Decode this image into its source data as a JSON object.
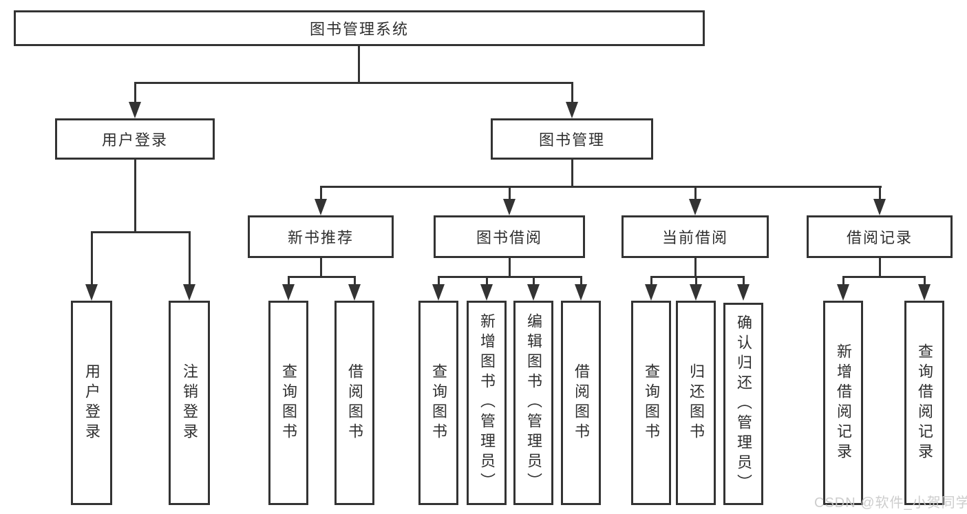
{
  "tree": {
    "label": "图书管理系统",
    "children": [
      {
        "label": "用户登录",
        "children": [
          {
            "label": "用户登录"
          },
          {
            "label": "注销登录"
          }
        ]
      },
      {
        "label": "图书管理",
        "children": [
          {
            "label": "新书推荐",
            "children": [
              {
                "label": "查询图书"
              },
              {
                "label": "借阅图书"
              }
            ]
          },
          {
            "label": "图书借阅",
            "children": [
              {
                "label": "查询图书"
              },
              {
                "label": "新增图书（管理员）"
              },
              {
                "label": "编辑图书（管理员）"
              },
              {
                "label": "借阅图书"
              }
            ]
          },
          {
            "label": "当前借阅",
            "children": [
              {
                "label": "查询图书"
              },
              {
                "label": "归还图书"
              },
              {
                "label": "确认归还（管理员）"
              }
            ]
          },
          {
            "label": "借阅记录",
            "children": [
              {
                "label": "新增借阅记录"
              },
              {
                "label": "查询借阅记录"
              }
            ]
          }
        ]
      }
    ]
  },
  "watermark": {
    "text": "CSDN @软件_小贺同学"
  },
  "colors": {
    "line": "#333333",
    "text": "#2f2f2f",
    "watermark": "#c9c9c9",
    "background": "#ffffff"
  }
}
